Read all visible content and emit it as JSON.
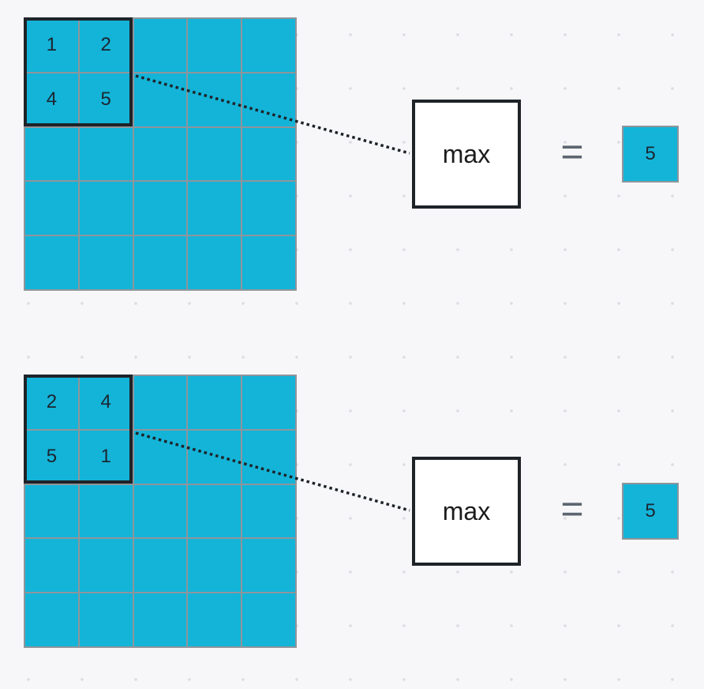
{
  "colors": {
    "cell_fill": "#13b4d8",
    "grid_line": "#8f959b",
    "outline": "#1e2328",
    "background": "#f7f7f9"
  },
  "examples": [
    {
      "window_values": [
        "1",
        "2",
        "4",
        "5"
      ],
      "operation_label": "max",
      "equals_sign": "=",
      "result": "5"
    },
    {
      "window_values": [
        "2",
        "4",
        "5",
        "1"
      ],
      "operation_label": "max",
      "equals_sign": "=",
      "result": "5"
    }
  ]
}
